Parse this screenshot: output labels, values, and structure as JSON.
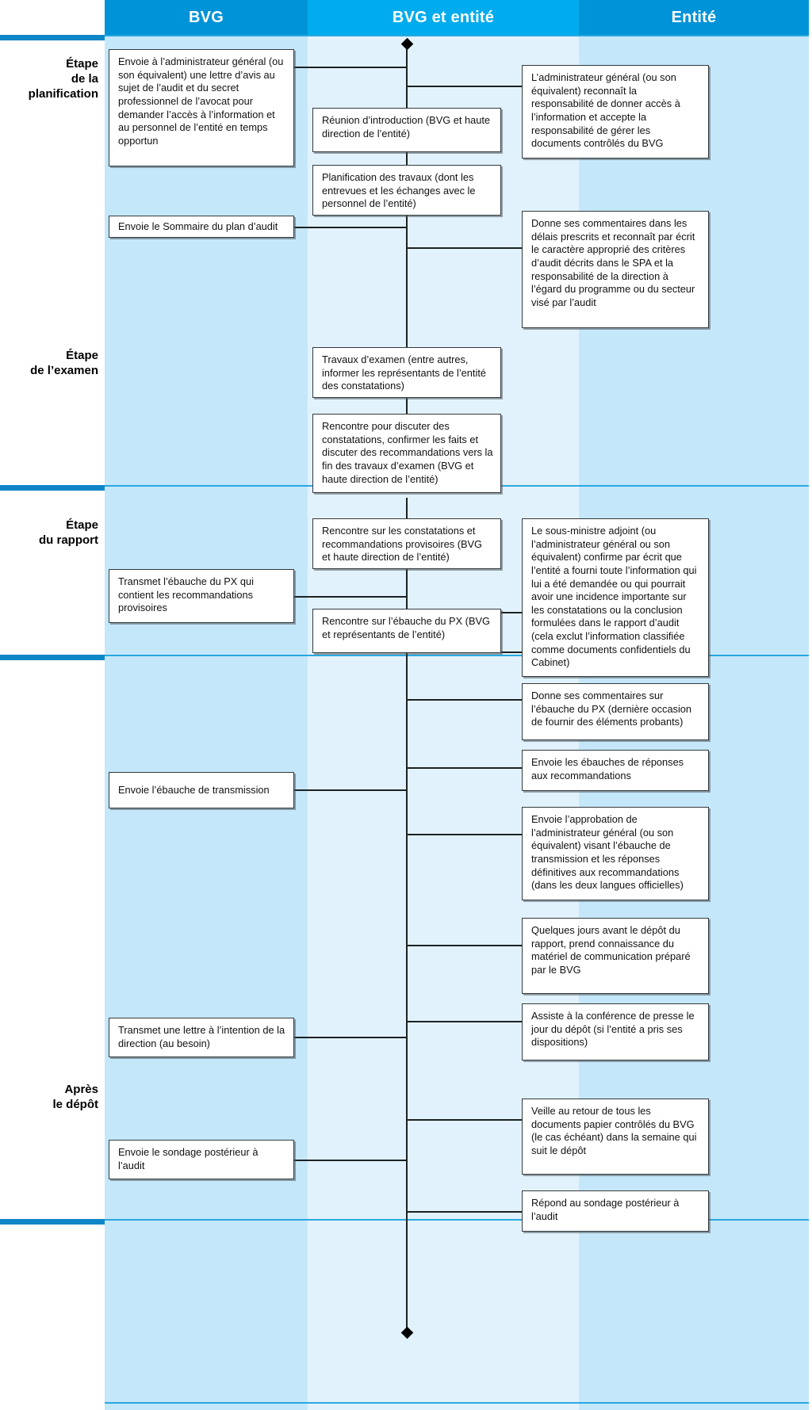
{
  "headers": [
    {
      "label": "BVG"
    },
    {
      "label": "BVG et entité"
    },
    {
      "label": "Entité"
    }
  ],
  "colors": {
    "header_dark": "#0093d8",
    "header_light": "#00aced",
    "band_side": "#c5e7fa",
    "band_middle": "#e2f2fc",
    "separator_bar": "#0e86c8",
    "separator_line": "#29a8e0",
    "box_border": "#333a3d",
    "connector": "#1b2224"
  },
  "stages": [
    {
      "id": "planification",
      "line1": "Étape",
      "line2": "de la",
      "line3": "planification"
    },
    {
      "id": "examen",
      "line1": "Étape",
      "line2": "de l’examen",
      "line3": ""
    },
    {
      "id": "rapport",
      "line1": "Étape",
      "line2": "du rapport",
      "line3": ""
    },
    {
      "id": "depot",
      "line1": "Après",
      "line2": "le dépôt",
      "line3": ""
    }
  ],
  "boxes": {
    "b1_lettre_avis": "Envoie à l’administrateur général (ou son équivalent) une lettre d’avis au sujet de l’audit et du secret professionnel de l’avocat pour demander l’accès à l’information et au personnel de l’entité en temps opportun",
    "b2_reunion_intro": "Réunion d’introduction (BVG et haute direction de l’entité)",
    "b3_admin_reconnait": "L’administrateur général (ou son équivalent) reconnaît la responsabilité de donner accès à l’information et accepte la responsabilité de gérer les documents contrôlés du BVG",
    "b4_planification_travaux": "Planification des travaux (dont les entrevues et les échanges avec le personnel de l’entité)",
    "b5_sommaire_plan": "Envoie le Sommaire du plan d’audit",
    "b6_commentaires_delais": "Donne ses commentaires dans les délais prescrits et reconnaît par écrit le caractère approprié des critères d’audit décrits dans le SPA et la responsabilité de la direction à l’égard du programme ou du secteur visé par l’audit",
    "b7_travaux_examen": "Travaux d’examen (entre autres, informer les représentants de l’entité des constatations)",
    "b8_rencontre_discuter": "Rencontre pour discuter des constatations, confirmer les faits et discuter des recommandations vers la fin des travaux d’examen (BVG et haute direction de l’entité)",
    "b9_rencontre_constatations": "Rencontre sur les constatations et recommandations provisoires (BVG et haute direction de l’entité)",
    "b10_transmet_ebauche_px": "Transmet l’ébauche du PX qui contient les recommandations provisoires",
    "b11_sous_ministre": "Le sous-ministre adjoint (ou l’administrateur général ou son équivalent) confirme par écrit que l’entité  a fourni toute l’information qui lui a été demandée ou qui pourrait avoir une incidence importante sur les constatations ou la conclusion formulées dans le rapport d’audit (cela exclut l’information classifiée comme documents confidentiels du Cabinet)",
    "b12_rencontre_ebauche_px": "Rencontre sur l’ébauche du PX (BVG et représentants de l’entité)",
    "b13_commentaires_ebauche": "Donne ses commentaires sur l’ébauche du PX (dernière occasion de fournir des éléments probants)",
    "b14_ebauches_reponses": "Envoie les ébauches de réponses aux recommandations",
    "b15_ebauche_transmission": "Envoie l’ébauche de transmission",
    "b16_approbation_admin": "Envoie l’approbation de l’administrateur général (ou son équivalent) visant l’ébauche de transmission et les réponses définitives aux recommandations (dans les deux langues officielles)",
    "b17_materiel_communication": "Quelques jours avant le dépôt du rapport, prend connaissance du matériel de communication préparé par le BVG",
    "b18_lettre_direction": "Transmet une lettre à l’intention de la direction (au besoin)",
    "b19_conference_presse": "Assiste à la conférence de presse le jour du dépôt (si l’entité a pris ses dispositions)",
    "b20_veille_retour": "Veille au retour de tous les documents papier contrôlés du BVG (le cas échéant) dans la semaine qui suit le dépôt",
    "b21_sondage_posterieur": "Envoie le sondage postérieur à l’audit",
    "b22_repond_sondage": "Répond au sondage postérieur à l’audit"
  }
}
